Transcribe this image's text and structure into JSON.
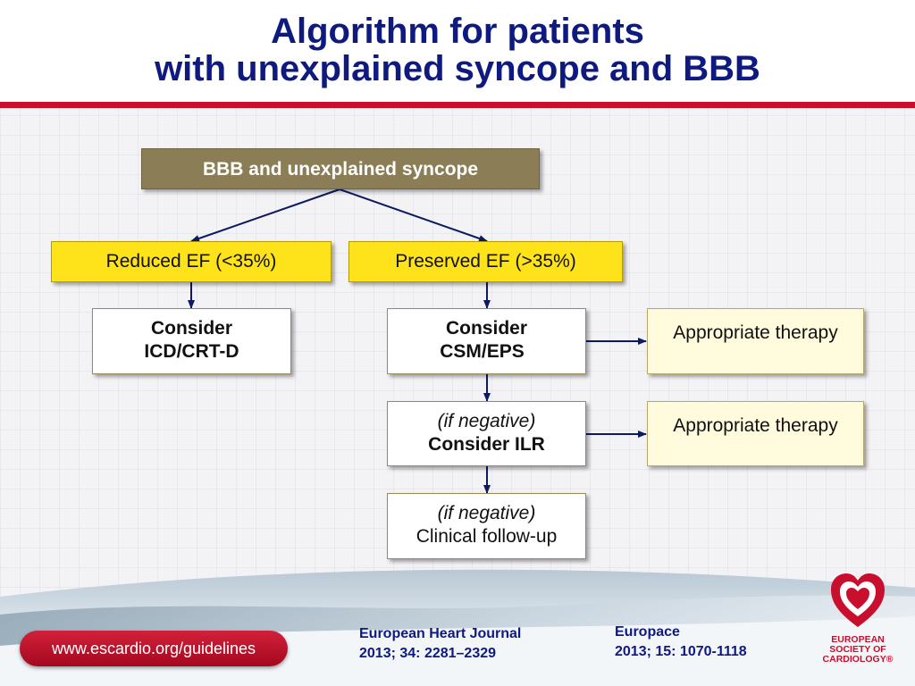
{
  "title": {
    "line1": "Algorithm for patients",
    "line2": "with unexplained syncope and BBB"
  },
  "flow": {
    "root": "BBB and unexplained syncope",
    "reduced_ef": "Reduced EF  (<35%)",
    "preserved_ef": "Preserved EF (>35%)",
    "icd": {
      "line1": "Consider",
      "line2": "ICD/CRT-D"
    },
    "csm": {
      "line1": "Consider",
      "line2": "CSM/EPS"
    },
    "ilr": {
      "line1": "(if negative)",
      "line2": "Consider ILR"
    },
    "followup": {
      "line1": "(if negative)",
      "line2": "Clinical follow-up"
    },
    "therapy1": "Appropriate therapy",
    "therapy2": "Appropriate therapy"
  },
  "footer": {
    "url": "www.escardio.org/guidelines",
    "ref1": {
      "line1": "European Heart Journal",
      "line2": "2013; 34: 2281–2329"
    },
    "ref2": {
      "line1": "Europace",
      "line2": "2013; 15: 1070-1118"
    },
    "logo": {
      "line1": "EUROPEAN",
      "line2": "SOCIETY OF",
      "line3": "CARDIOLOGY®"
    }
  },
  "colors": {
    "title": "#0e1a80",
    "accent_red": "#c8102e",
    "root_box": "#8b7d55",
    "yellow_box": "#ffe31a",
    "cream_box": "#fffbdc",
    "arrow": "#0e1a60"
  },
  "icons": {
    "logo": "heart-logo-icon"
  }
}
